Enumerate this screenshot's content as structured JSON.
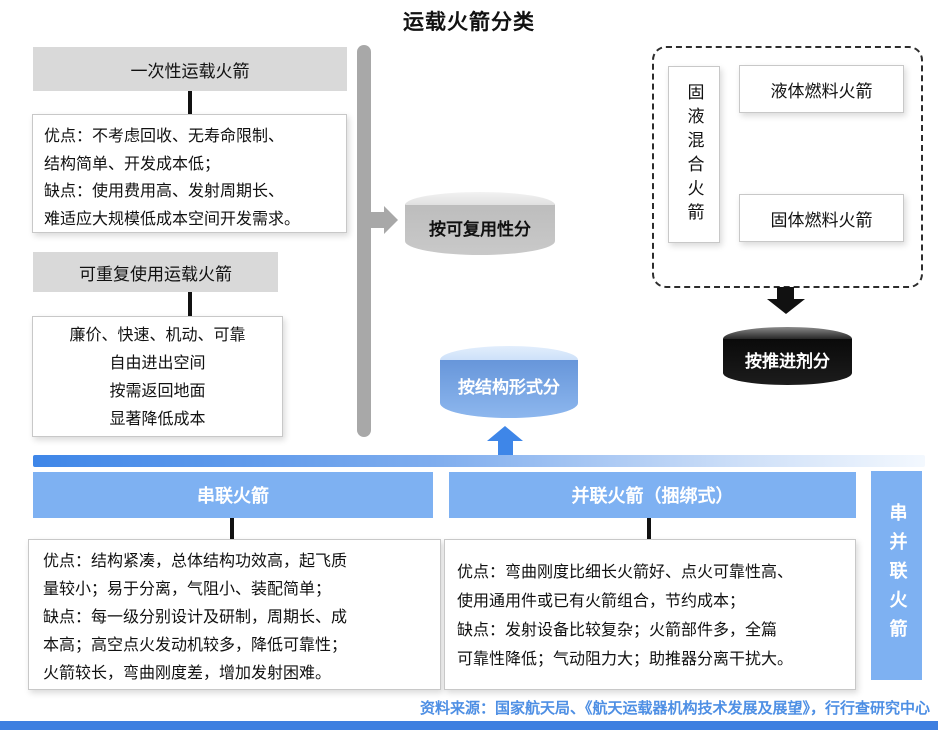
{
  "title": "运载火箭分类",
  "reusability": {
    "expendable": {
      "header": "一次性运载火箭",
      "lines": [
        "优点：不考虑回收、无寿命限制、",
        "结构简单、开发成本低；",
        "缺点：使用费用高、发射周期长、",
        "难适应大规模低成本空间开发需求。"
      ]
    },
    "reusable": {
      "header": "可重复使用运载火箭",
      "lines": [
        "廉价、快速、机动、可靠",
        "自由进出空间",
        "按需返回地面",
        "显著降低成本"
      ]
    },
    "cylinder": "按可复用性分"
  },
  "propellant": {
    "hybrid": "固液混合火箭",
    "liquid": "液体燃料火箭",
    "solid": "固体燃料火箭",
    "cylinder": "按推进剂分"
  },
  "structure": {
    "cylinder": "按结构形式分",
    "serial": {
      "header": "串联火箭",
      "lines": [
        "优点：结构紧凑，总体结构功效高，起飞质",
        "量较小；易于分离，气阻小、装配简单；",
        "缺点：每一级分别设计及研制，周期长、成",
        "本高；高空点火发动机较多，降低可靠性；",
        "火箭较长，弯曲刚度差，增加发射困难。"
      ]
    },
    "parallel": {
      "header": "并联火箭（捆绑式）",
      "lines": [
        "优点：弯曲刚度比细长火箭好、点火可靠性高、",
        "使用通用件或已有火箭组合，节约成本；",
        "缺点：发射设备比较复杂；火箭部件多，全篇",
        "可靠性降低；气动阻力大；助推器分离干扰大。"
      ]
    },
    "combined": "串并联火箭"
  },
  "source": "资料来源：国家航天局、《航天运载器机构技术发展及展望》，行行查研究中心",
  "colors": {
    "blue": "#7EB1F2",
    "accent": "#3E86E8",
    "bottombar": "#3E7FE0",
    "srcblue": "#4E8FE4",
    "gray": "#A8A8A8",
    "lightgray": "#D9D9D9"
  }
}
